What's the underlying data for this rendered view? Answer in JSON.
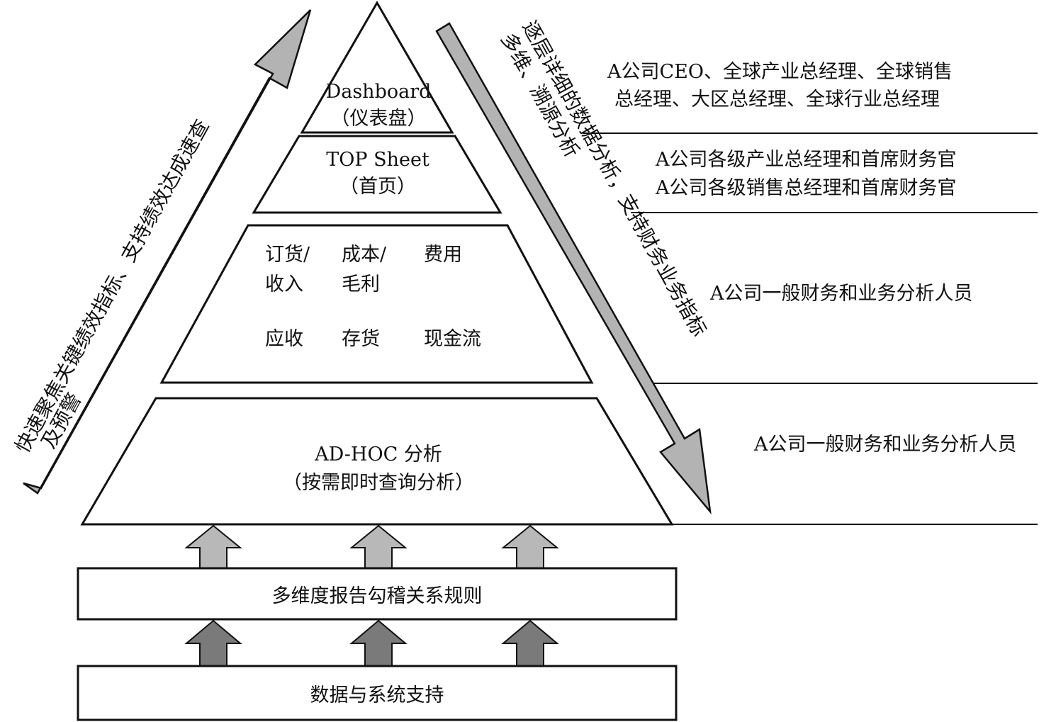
{
  "diagram": {
    "pyramid": {
      "dashboard": {
        "line1": "Dashboard",
        "line2": "（仪表盘）"
      },
      "top_sheet": {
        "line1": "TOP Sheet",
        "line2": "（首页）"
      },
      "metrics": {
        "order_revenue": {
          "line1": "订货/",
          "line2": "收入"
        },
        "cost_margin": {
          "line1": "成本/",
          "line2": "毛利"
        },
        "expense": "费用",
        "receivable": "应收",
        "inventory": "存货",
        "cash_flow": "现金流"
      },
      "adhoc": {
        "line1": "AD-HOC 分析",
        "line2": "（按需即时查询分析）"
      }
    },
    "base": {
      "rules_box": "多维度报告勾稽关系规则",
      "data_box": "数据与系统支持"
    },
    "arrows": {
      "left_line1": "快速聚焦关键绩效指标、支持绩效达成速查",
      "left_line2": "及预警",
      "right_line1": "逐层详细的数据分析，支持财务业务指标",
      "right_line2": "多维、溯源分析"
    },
    "audience": {
      "dashboard_line1": "A公司CEO、全球产业总经理、全球销售",
      "dashboard_line2": "总经理、大区总经理、全球行业总经理",
      "top_sheet_line1": "A公司各级产业总经理和首席财务官",
      "top_sheet_line2": "A公司各级销售总经理和首席财务官",
      "metrics": "A公司一般财务和业务分析人员",
      "adhoc": "A公司一般财务和业务分析人员"
    },
    "colors": {
      "big_arrow": "#b3b3b3",
      "light_up_arrow": "#b8b8b8",
      "dark_up_arrow": "#7a7a7a",
      "line": "#111111"
    }
  }
}
